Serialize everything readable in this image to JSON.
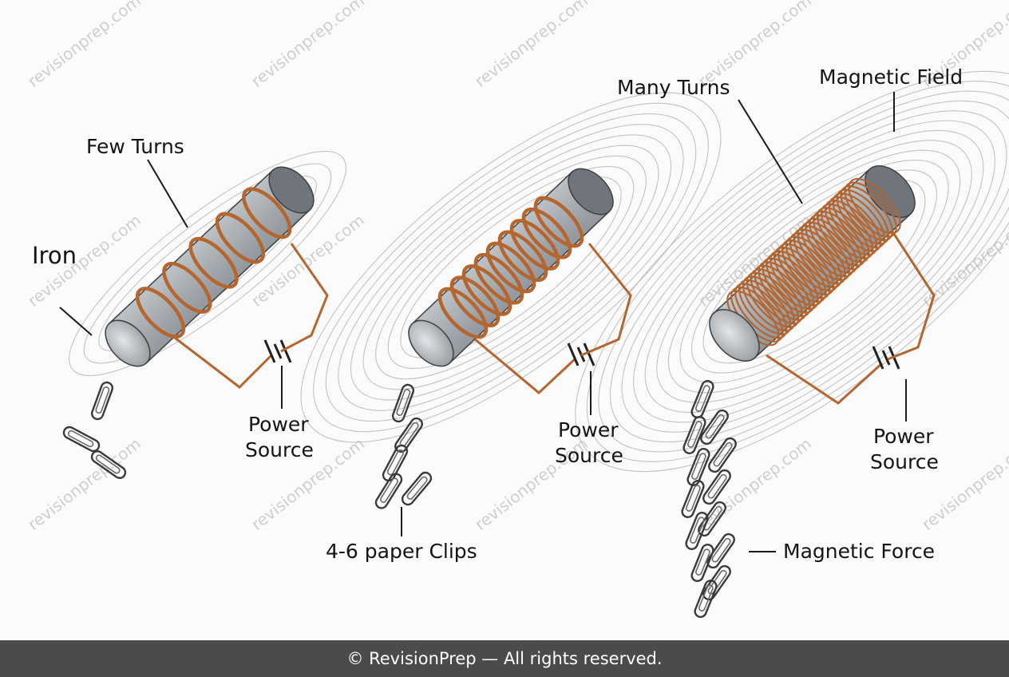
{
  "watermark": "revisionprep.com",
  "footer": {
    "text": "© RevisionPrep — All rights reserved."
  },
  "labels": {
    "iron": "Iron",
    "few_turns": "Few Turns",
    "many_turns": "Many Turns",
    "magnetic_field": "Magnetic Field",
    "power_source_1": [
      "Power",
      "Source"
    ],
    "power_source_2": [
      "Power",
      "Source"
    ],
    "power_source_3": [
      "Power",
      "Source"
    ],
    "paper_clips": "4-6 paper Clips",
    "magnetic_force": "Magnetic Force"
  },
  "colors": {
    "copper": "#b5652e",
    "iron": "#8a9096",
    "field_lines": "#b9b9b9",
    "footer_bg": "#4a4b4d"
  }
}
